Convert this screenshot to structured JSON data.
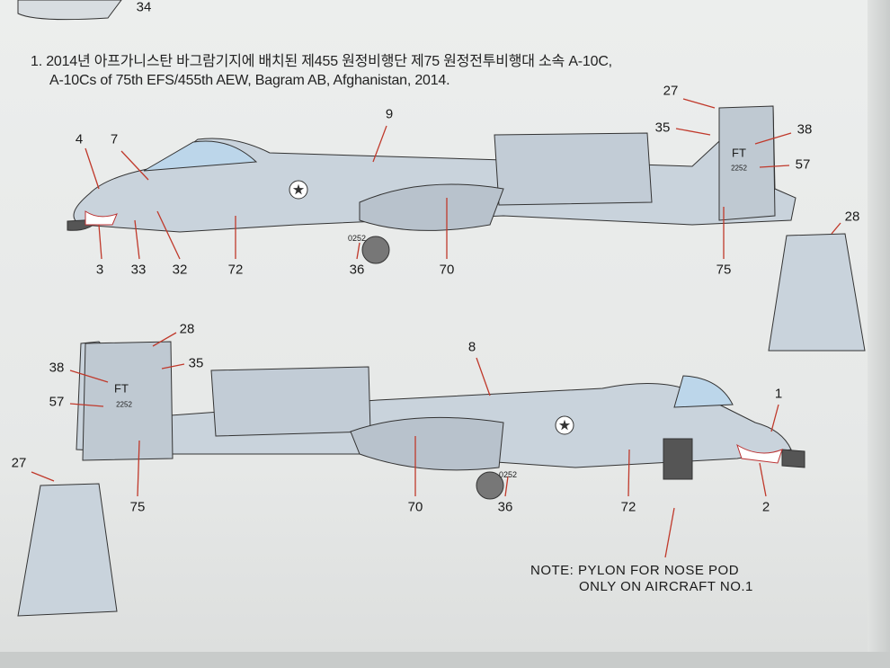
{
  "header": {
    "line1": "1. 2014년 아프가니스탄 바그람기지에 배치된 제455 원정비행단 제75 원정전투비행대 소속 A-10C,",
    "line2": "A-10Cs of 75th EFS/455th AEW, Bagram AB, Afghanistan, 2014."
  },
  "top_partial_callout": "34",
  "top_view_callouts": [
    "4",
    "7",
    "9",
    "27",
    "35",
    "38",
    "57",
    "3",
    "33",
    "32",
    "72",
    "36",
    "70",
    "75",
    "28"
  ],
  "bottom_view_callouts": [
    "28",
    "38",
    "35",
    "57",
    "8",
    "1",
    "75",
    "70",
    "36",
    "72",
    "2",
    "27"
  ],
  "markings": {
    "serial": "0252",
    "tail_code": "FT",
    "tail_serial": "2252"
  },
  "note": {
    "line1": "NOTE: PYLON FOR NOSE POD",
    "line2": "ONLY ON AIRCRAFT NO.1"
  },
  "colors": {
    "aircraft": "#c9d3dc",
    "leader": "#c0392b",
    "paper": "#e9ebea"
  }
}
